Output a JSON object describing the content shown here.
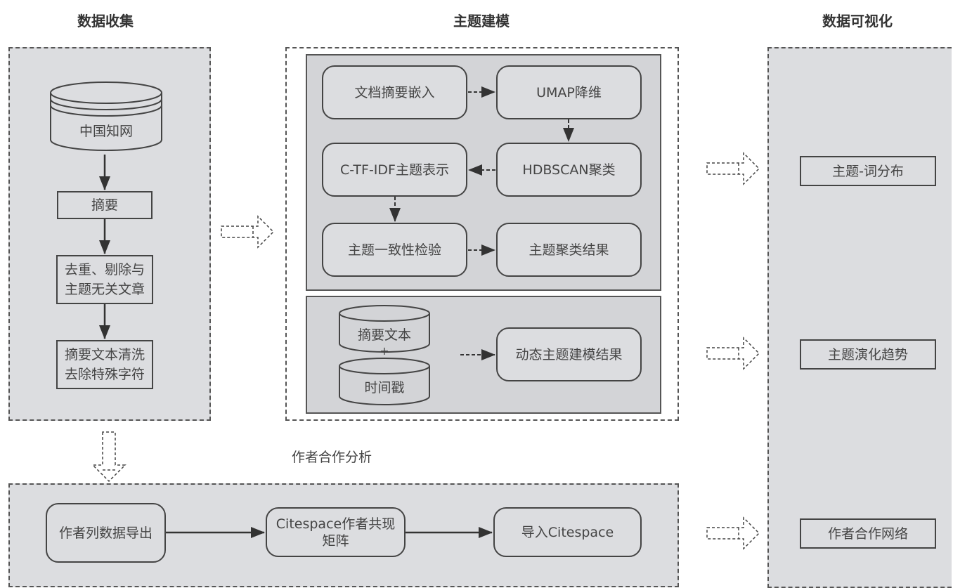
{
  "sections": {
    "collection_title": "数据收集",
    "modeling_title": "主题建模",
    "visualization_title": "数据可视化",
    "coauthor_title": "作者合作分析"
  },
  "collection": {
    "source": "中国知网",
    "steps": [
      "摘要",
      "去重、剔除与\n主题无关文章",
      "摘要文本清洗\n去除特殊字符"
    ]
  },
  "modeling": {
    "static": {
      "embed": "文档摘要嵌入",
      "umap": "UMAP降维",
      "hdbscan": "HDBSCAN聚类",
      "ctfidf": "C-TF-IDF主题表示",
      "coherence": "主题一致性检验",
      "result": "主题聚类结果"
    },
    "dynamic": {
      "text_db": "摘要文本",
      "plus": "+",
      "time_db": "时间戳",
      "result": "动态主题建模结果"
    }
  },
  "coauthor": {
    "export": "作者列数据导出",
    "matrix": "Citespace作者共现\n矩阵",
    "import": "导入Citespace"
  },
  "visualization": {
    "items": [
      "主题-词分布",
      "主题演化趋势",
      "作者合作网络"
    ]
  }
}
